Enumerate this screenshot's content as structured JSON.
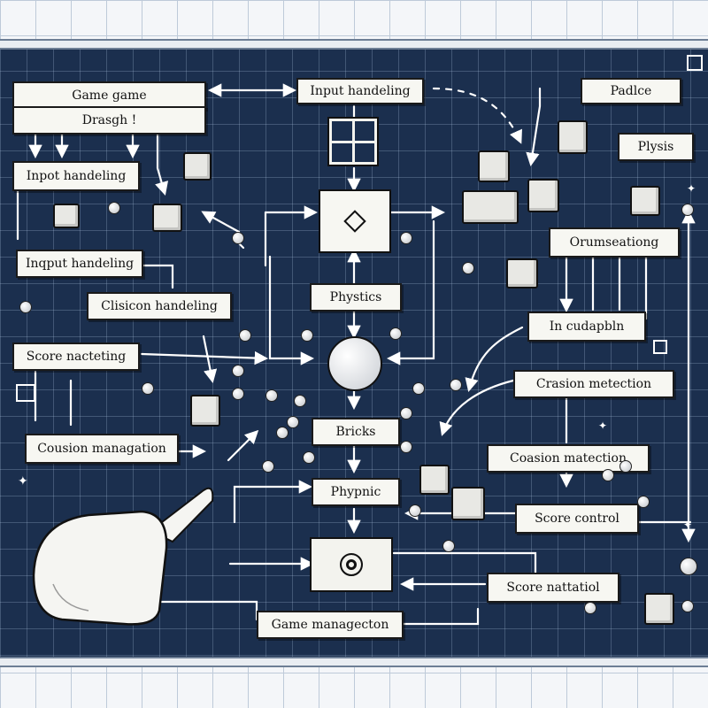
{
  "labels": {
    "game_game": "Game game",
    "dragh": "Drasgh !",
    "input_top": "Input handeling",
    "input_left": "Inpot handeling",
    "input_left2": "Inqput handeling",
    "collision_handling": "Clisicon handeling",
    "score_marketing": "Score nacteting",
    "cousion_management": "Cousion managation",
    "padle": "Padlce",
    "physis": "Plysis",
    "orumseationg": "Orumseationg",
    "in_cudapbln": "In cudapbln",
    "crasion_metection": "Crasion metection",
    "coasion_matection": "Coasion matection",
    "score_control": "Score control",
    "score_nattatiol": "Score nattatiol",
    "physics": "Phystics",
    "bricks": "Bricks",
    "phypnic": "Phypnic",
    "game_management": "Game managecton"
  },
  "colors": {
    "board": "#1b2f4e",
    "grid_line": "#aabedc",
    "label_bg": "#f7f7f2",
    "wire": "#ffffff"
  }
}
